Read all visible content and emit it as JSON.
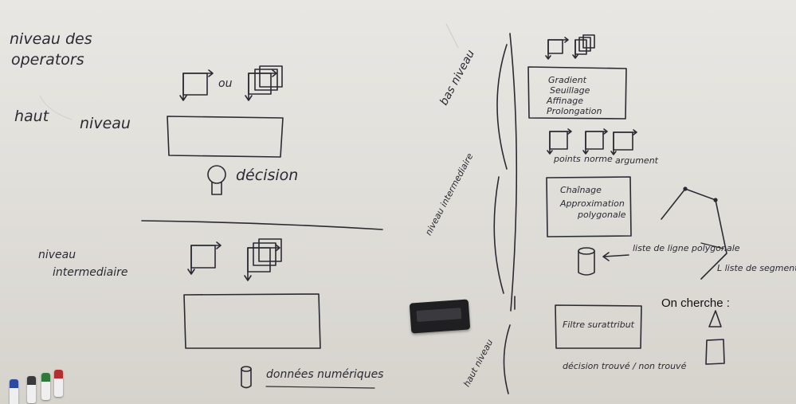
{
  "board": {
    "left": {
      "heading_niveau": "niveau des",
      "heading_operators": "operators",
      "haut": "haut",
      "haut_niveau": "niveau",
      "ou": "ou",
      "decision": "décision",
      "intermediate_niveau": "niveau",
      "intermediate_label": "intermediaire",
      "donnees": "données numériques"
    },
    "right": {
      "bas_niveau": "bas niveau",
      "steps": [
        "Gradient",
        "Seuillage",
        "Affinage",
        "Prolongation"
      ],
      "small_labels": [
        "points",
        "norme",
        "argument"
      ],
      "niveau_intermediaire": "niveau intermediaire",
      "chainage": [
        "Chaînage",
        "Approximation",
        "polygonale"
      ],
      "liste_lignes": "liste de ligne polygonale",
      "liste_segments": "L liste de segment",
      "haut_niveau": "haut niveau",
      "filtre": "Filtre surattribut",
      "decision_trouve": "décision trouvé / non trouvé",
      "on_cherche": "On cherche :"
    },
    "ink_color": "#2a2a33",
    "marker_caps": [
      "#2b4aa0",
      "#3a3a3a",
      "#2f7a3b",
      "#b03030"
    ]
  }
}
